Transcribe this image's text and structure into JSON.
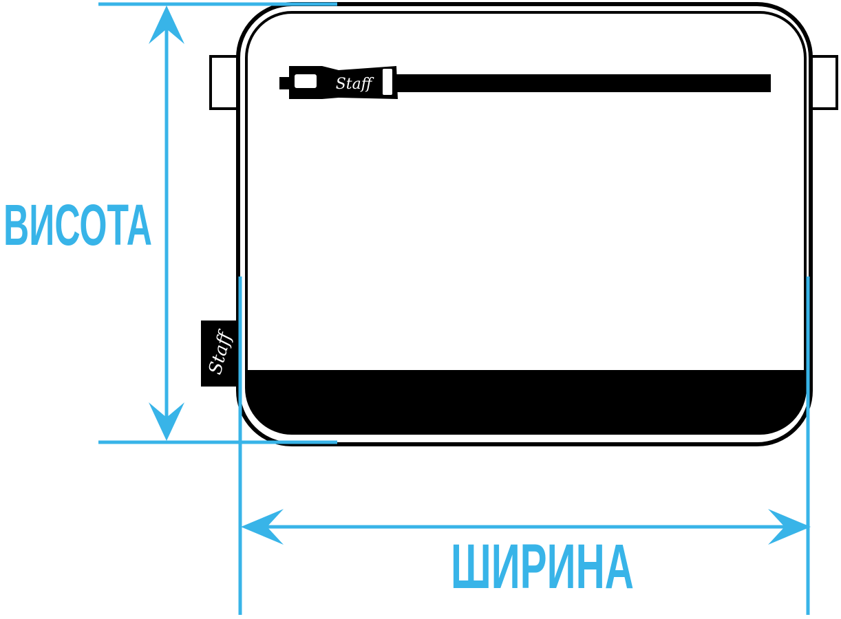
{
  "labels": {
    "height": "ВИСОТА",
    "width": "ШИРИНА"
  },
  "brand": {
    "logo_text": "Staff"
  },
  "colors": {
    "dimension": "#38b4e8",
    "outline": "#000000",
    "fill": "#ffffff",
    "accent_band": "#000000"
  }
}
